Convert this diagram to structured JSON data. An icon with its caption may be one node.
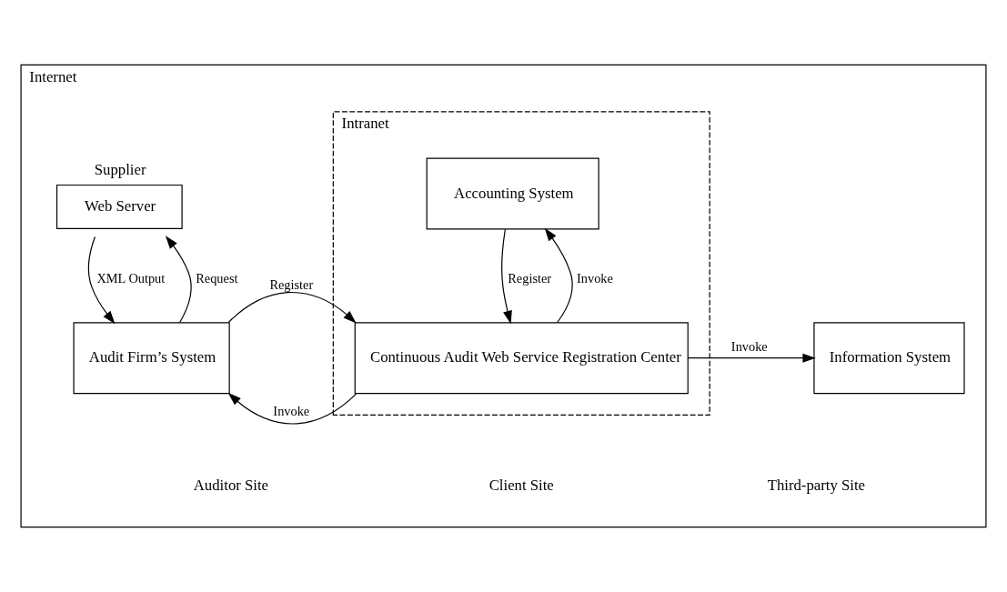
{
  "diagram": {
    "nodes": [
      {
        "text": [
          "Internet"
        ]
      },
      {
        "text": [
          "Web Server"
        ],
        "in": 0,
        "beside": [
          "Supplier"
        ]
      },
      {
        "text": [
          "Audit Firm’s System"
        ],
        "in": 0
      },
      {
        "text": [
          "Intranet"
        ],
        "in": 0
      },
      {
        "text": [
          "Accounting System"
        ],
        "in": 3
      },
      {
        "text": [
          "Continuous Audit Web Service Registration Center"
        ],
        "in": 3
      },
      {
        "text": [
          "Information System"
        ],
        "in": 0
      }
    ],
    "edges": [
      {
        "from": 2,
        "to": 1,
        "arrow": "to",
        "label": "Request"
      },
      {
        "from": 1,
        "to": 2,
        "arrow": "to",
        "label": "XML Output"
      },
      {
        "from": 4,
        "to": 5,
        "arrow": "to",
        "label": "Register"
      },
      {
        "from": 5,
        "to": 4,
        "arrow": "to",
        "label": "Invoke"
      },
      {
        "from": 2,
        "to": 5,
        "arrow": "to",
        "label": "Register"
      },
      {
        "from": 5,
        "to": 2,
        "arrow": "to",
        "label": "Invoke"
      },
      {
        "from": 5,
        "to": 6,
        "arrow": "to",
        "label": "Invoke"
      }
    ],
    "labels": [
      "Auditor Site",
      "Client Site",
      "Third-party Site"
    ]
  }
}
